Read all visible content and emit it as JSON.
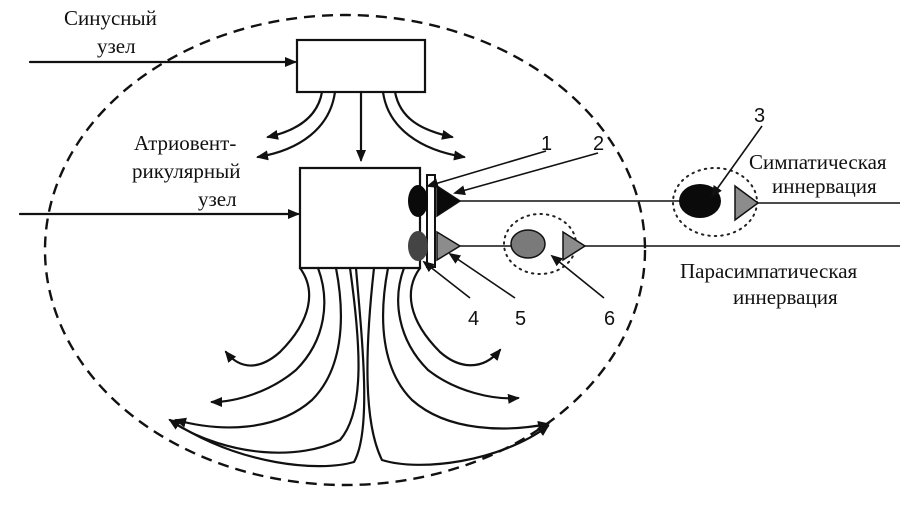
{
  "labels": {
    "sinus_node": [
      "Синусный",
      "узел"
    ],
    "av_node": [
      "Атриовент-",
      "рикулярный",
      "узел"
    ],
    "sympathetic": [
      "Симпатическая",
      "иннервация"
    ],
    "parasympathetic": [
      "Парасимпатическая",
      "иннервация"
    ]
  },
  "markers": [
    "1",
    "2",
    "3",
    "4",
    "5",
    "6"
  ],
  "colors": {
    "ink": "#111111",
    "dark_neuron": "#0a0a0a",
    "gray_fill": "#8c8c8c",
    "dotted_halo": "#222222"
  }
}
